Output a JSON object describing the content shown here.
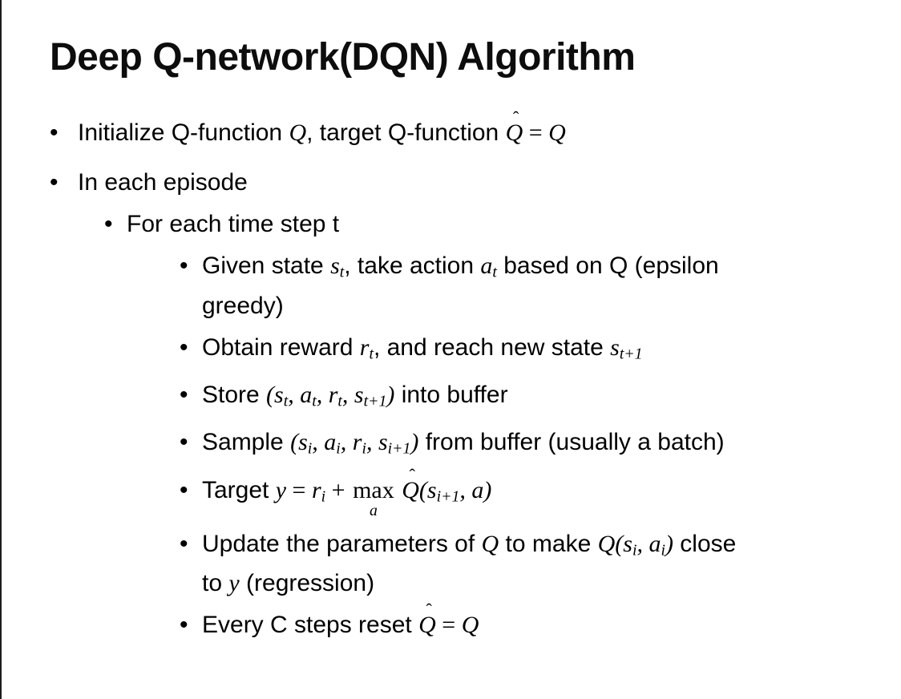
{
  "slide": {
    "title": "Deep Q-network(DQN) Algorithm",
    "bullet_glyph": "•"
  },
  "bullets": [
    {
      "level": 1,
      "lines": [
        [
          {
            "s": "p",
            "t": "Initialize Q-function "
          },
          {
            "s": "m",
            "t": "Q"
          },
          {
            "s": "p",
            "t": ", target Q-function "
          },
          {
            "s": "hat",
            "t": "Q",
            "mark": "ˆ"
          },
          {
            "s": "o",
            "t": " = "
          },
          {
            "s": "m",
            "t": "Q"
          }
        ]
      ]
    },
    {
      "level": 1,
      "lines": [
        [
          {
            "s": "p",
            "t": "In each episode"
          }
        ]
      ]
    },
    {
      "level": 2,
      "lines": [
        [
          {
            "s": "p",
            "t": "For each time step t"
          }
        ]
      ]
    },
    {
      "level": 3,
      "lines": [
        [
          {
            "s": "p",
            "t": "Given state "
          },
          {
            "s": "m",
            "t": "s"
          },
          {
            "s": "sub",
            "t": "t"
          },
          {
            "s": "p",
            "t": ", take action "
          },
          {
            "s": "m",
            "t": "a"
          },
          {
            "s": "sub",
            "t": "t"
          },
          {
            "s": "p",
            "t": " based on Q (epsilon"
          }
        ],
        [
          {
            "s": "p",
            "t": "greedy)"
          }
        ]
      ]
    },
    {
      "level": 3,
      "lines": [
        [
          {
            "s": "p",
            "t": "Obtain reward "
          },
          {
            "s": "m",
            "t": "r"
          },
          {
            "s": "sub",
            "t": "t"
          },
          {
            "s": "p",
            "t": ", and reach new state "
          },
          {
            "s": "m",
            "t": "s"
          },
          {
            "s": "sub",
            "t": "t+1"
          }
        ]
      ]
    },
    {
      "level": 3,
      "lines": [
        [
          {
            "s": "p",
            "t": "Store "
          },
          {
            "s": "m",
            "t": "("
          },
          {
            "s": "m",
            "t": "s"
          },
          {
            "s": "sub",
            "t": "t"
          },
          {
            "s": "m",
            "t": ", "
          },
          {
            "s": "m",
            "t": "a"
          },
          {
            "s": "sub",
            "t": "t"
          },
          {
            "s": "m",
            "t": ", "
          },
          {
            "s": "m",
            "t": "r"
          },
          {
            "s": "sub",
            "t": "t"
          },
          {
            "s": "m",
            "t": ", "
          },
          {
            "s": "m",
            "t": "s"
          },
          {
            "s": "sub",
            "t": "t+1"
          },
          {
            "s": "m",
            "t": ")"
          },
          {
            "s": "p",
            "t": " into buffer"
          }
        ]
      ]
    },
    {
      "level": 3,
      "lines": [
        [
          {
            "s": "p",
            "t": "Sample "
          },
          {
            "s": "m",
            "t": "("
          },
          {
            "s": "m",
            "t": "s"
          },
          {
            "s": "sub",
            "t": "i"
          },
          {
            "s": "m",
            "t": ", "
          },
          {
            "s": "m",
            "t": "a"
          },
          {
            "s": "sub",
            "t": "i"
          },
          {
            "s": "m",
            "t": ", "
          },
          {
            "s": "m",
            "t": "r"
          },
          {
            "s": "sub",
            "t": "i"
          },
          {
            "s": "m",
            "t": ", "
          },
          {
            "s": "m",
            "t": "s"
          },
          {
            "s": "sub",
            "t": "i+1"
          },
          {
            "s": "m",
            "t": ")"
          },
          {
            "s": "p",
            "t": " from buffer (usually a batch)"
          }
        ]
      ]
    },
    {
      "level": 3,
      "lines": [
        [
          {
            "s": "p",
            "t": "Target "
          },
          {
            "s": "m",
            "t": "y"
          },
          {
            "s": "o",
            "t": " = "
          },
          {
            "s": "m",
            "t": "r"
          },
          {
            "s": "sub",
            "t": "i"
          },
          {
            "s": "o",
            "t": " + "
          },
          {
            "s": "lim",
            "t": "max",
            "under": "a"
          },
          {
            "s": "o",
            "t": " "
          },
          {
            "s": "hat",
            "t": "Q",
            "mark": "ˆ"
          },
          {
            "s": "m",
            "t": "("
          },
          {
            "s": "m",
            "t": "s"
          },
          {
            "s": "sub",
            "t": "i+1"
          },
          {
            "s": "m",
            "t": ", "
          },
          {
            "s": "m",
            "t": "a"
          },
          {
            "s": "m",
            "t": ")"
          }
        ]
      ]
    },
    {
      "level": 3,
      "lines": [
        [
          {
            "s": "p",
            "t": "Update the parameters of "
          },
          {
            "s": "m",
            "t": "Q"
          },
          {
            "s": "p",
            "t": " to make "
          },
          {
            "s": "m",
            "t": "Q"
          },
          {
            "s": "m",
            "t": "("
          },
          {
            "s": "m",
            "t": "s"
          },
          {
            "s": "sub",
            "t": "i"
          },
          {
            "s": "m",
            "t": ", "
          },
          {
            "s": "m",
            "t": "a"
          },
          {
            "s": "sub",
            "t": "i"
          },
          {
            "s": "m",
            "t": ")"
          },
          {
            "s": "p",
            "t": " close"
          }
        ],
        [
          {
            "s": "p",
            "t": "to "
          },
          {
            "s": "m",
            "t": "y"
          },
          {
            "s": "p",
            "t": " (regression)"
          }
        ]
      ]
    },
    {
      "level": 3,
      "lines": [
        [
          {
            "s": "p",
            "t": "Every C steps reset "
          },
          {
            "s": "hat",
            "t": "Q",
            "mark": "ˆ"
          },
          {
            "s": "o",
            "t": " = "
          },
          {
            "s": "m",
            "t": "Q"
          }
        ]
      ]
    }
  ]
}
